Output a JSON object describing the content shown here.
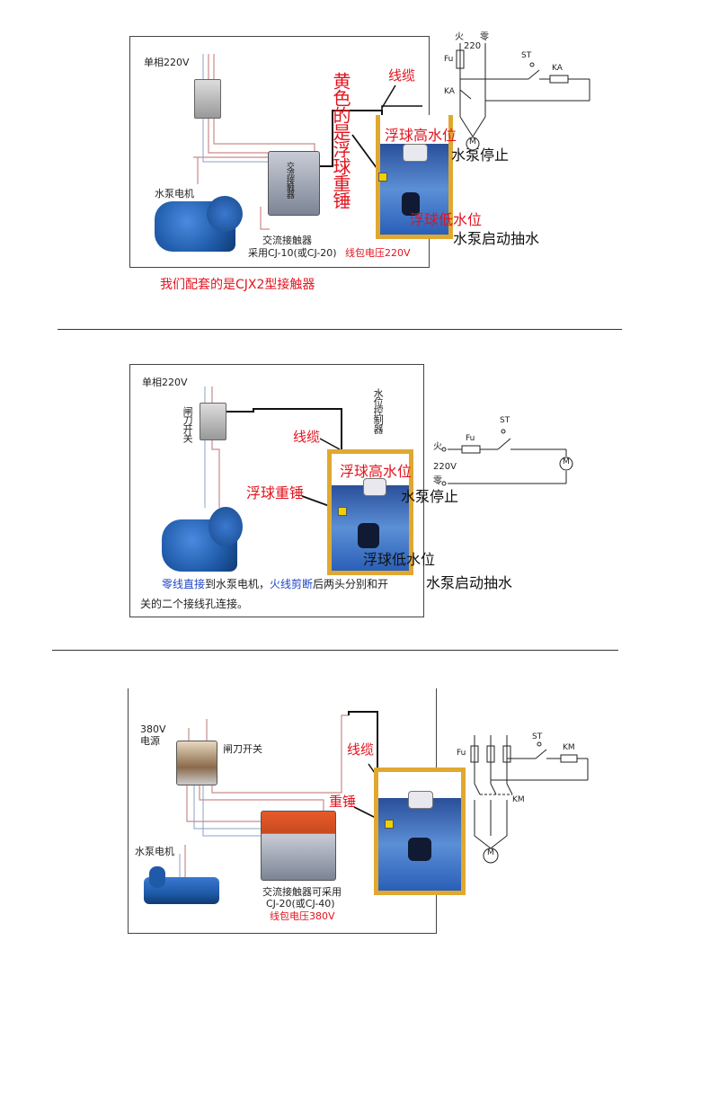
{
  "diagram1": {
    "supply_label": "单相220V",
    "motor_label": "水泵电机",
    "contactor_face": "交流接触器",
    "contactor_note_1": "交流接触器",
    "contactor_note_2": "采用CJ-10(或CJ-20)",
    "coil_voltage": "线包电压220V",
    "cable_label": "线缆",
    "weight_note_vertical": "黄色的是浮球重锤",
    "float_high": "浮球高水位",
    "float_low": "浮球低水位",
    "pump_stop": "水泵停止",
    "pump_start": "水泵启动抽水",
    "footer": "我们配套的是CJX2型接触器",
    "schematic": {
      "live": "火",
      "neutral": "零",
      "voltage": "220",
      "fuse": "Fu",
      "switch": "ST",
      "relay": "KA",
      "relay_contact": "KA",
      "motor": "M"
    }
  },
  "diagram2": {
    "supply_label": "单相220V",
    "knife_switch": "闸刀开关",
    "level_controller": "水位控制器",
    "cable_label": "线缆",
    "float_weight": "浮球重锤",
    "float_high": "浮球高水位",
    "float_low": "浮球低水位",
    "pump_stop": "水泵停止",
    "pump_start": "水泵启动抽水",
    "caption_part1": "零线直接",
    "caption_part2": "到水泵电机，",
    "caption_part3": "火线剪断",
    "caption_part4": "后两头分别和开",
    "caption_line2": "关的二个接线孔连接。",
    "schematic": {
      "live": "火",
      "neutral": "零",
      "voltage": "220V",
      "fuse": "Fu",
      "switch": "ST",
      "motor": "M"
    }
  },
  "diagram3": {
    "supply_label_1": "380V",
    "supply_label_2": "电源",
    "knife_switch": "闸刀开关",
    "motor_label": "水泵电机",
    "contactor_note_1": "交流接触器可采用",
    "contactor_note_2": "CJ-20(或CJ-40)",
    "coil_voltage": "线包电压380V",
    "cable_label": "线缆",
    "weight_label": "重锤",
    "schematic": {
      "fuse": "Fu",
      "switch": "ST",
      "coil": "KM",
      "contact": "KM",
      "motor": "M"
    }
  },
  "colors": {
    "label_red": "#e1141e",
    "tank_frame": "#e0a830",
    "water": "#2a5fb8",
    "pump_blue": "#1f5aa8",
    "caption_blue": "#1f46c8"
  }
}
